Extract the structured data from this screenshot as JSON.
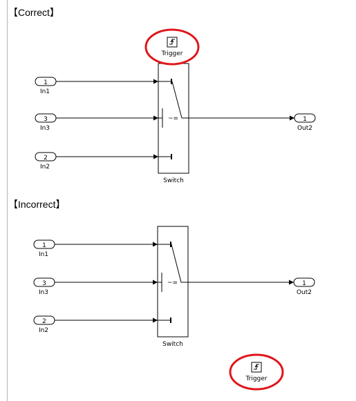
{
  "colors": {
    "line": "#000000",
    "highlight": "#e0161a",
    "block_fill": "#ffffff",
    "border": "#b5b5b5"
  },
  "sections": [
    {
      "heading": "【Correct】",
      "inports": [
        {
          "number": "1",
          "label": "In1"
        },
        {
          "number": "3",
          "label": "In3"
        },
        {
          "number": "2",
          "label": "In2"
        }
      ],
      "switch": {
        "label": "Switch",
        "criteria": "~="
      },
      "outport": {
        "number": "1",
        "label": "Out2"
      },
      "trigger": {
        "label": "Trigger",
        "icon": "rising-edge-trigger-icon",
        "highlighted": true
      }
    },
    {
      "heading": "【Incorrect】",
      "inports": [
        {
          "number": "1",
          "label": "In1"
        },
        {
          "number": "3",
          "label": "In3"
        },
        {
          "number": "2",
          "label": "In2"
        }
      ],
      "switch": {
        "label": "Switch",
        "criteria": "~="
      },
      "outport": {
        "number": "1",
        "label": "Out2"
      },
      "trigger": {
        "label": "Trigger",
        "icon": "rising-edge-trigger-icon",
        "highlighted": true
      }
    }
  ]
}
